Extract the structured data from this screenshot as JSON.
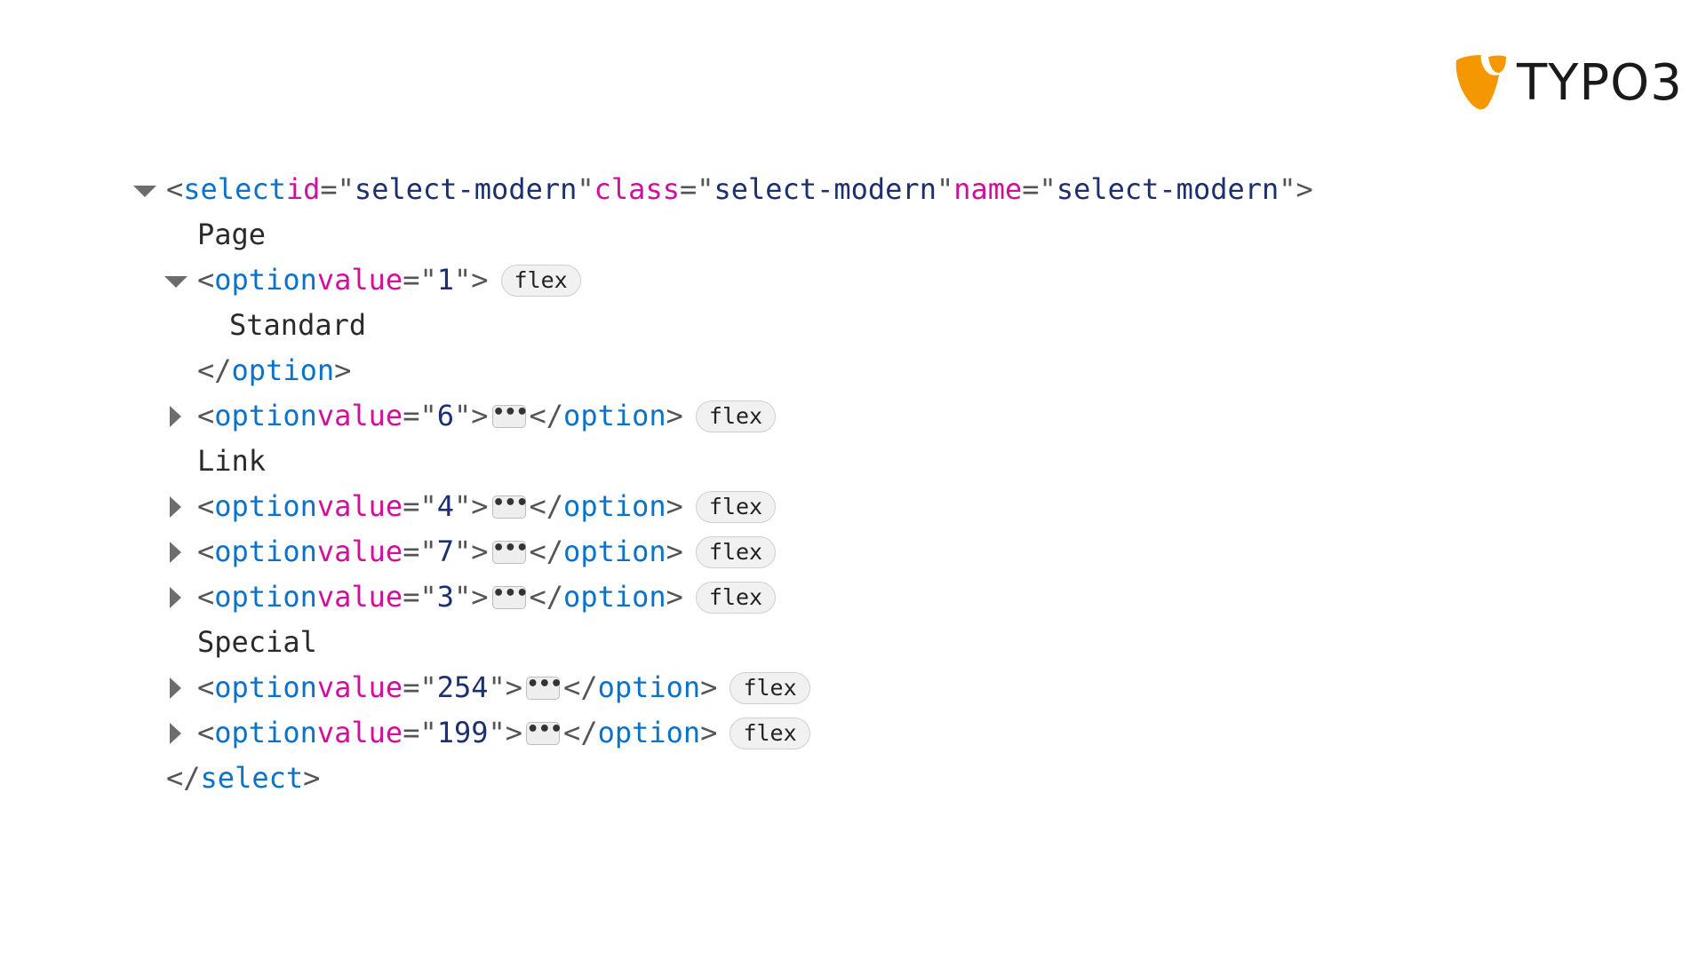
{
  "logo": {
    "text": "TYPO3",
    "brand_color": "#f49700"
  },
  "colors": {
    "tag": "#0b72c9",
    "attr": "#d0109c",
    "value": "#1c2f6e",
    "twisty": "#6d6d6d"
  },
  "icons": {
    "expanded": "triangle-down-icon",
    "collapsed": "triangle-right-icon",
    "ellipsis": "ellipsis-icon"
  },
  "dom": {
    "select": {
      "tag": "select",
      "attrs": [
        {
          "name": "id",
          "value": "select-modern"
        },
        {
          "name": "class",
          "value": "select-modern"
        },
        {
          "name": "name",
          "value": "select-modern"
        }
      ],
      "close": "select"
    },
    "group_page": "Page",
    "option_1": {
      "tag": "option",
      "attr": "value",
      "value": "1",
      "badge": "flex",
      "text": "Standard",
      "close": "option"
    },
    "option_6": {
      "tag": "option",
      "attr": "value",
      "value": "6",
      "close": "option",
      "badge": "flex"
    },
    "group_link": "Link",
    "option_4": {
      "tag": "option",
      "attr": "value",
      "value": "4",
      "close": "option",
      "badge": "flex"
    },
    "option_7": {
      "tag": "option",
      "attr": "value",
      "value": "7",
      "close": "option",
      "badge": "flex"
    },
    "option_3": {
      "tag": "option",
      "attr": "value",
      "value": "3",
      "close": "option",
      "badge": "flex"
    },
    "group_special": "Special",
    "option_254": {
      "tag": "option",
      "attr": "value",
      "value": "254",
      "close": "option",
      "badge": "flex"
    },
    "option_199": {
      "tag": "option",
      "attr": "value",
      "value": "199",
      "close": "option",
      "badge": "flex"
    },
    "ellipsis": "•••"
  }
}
